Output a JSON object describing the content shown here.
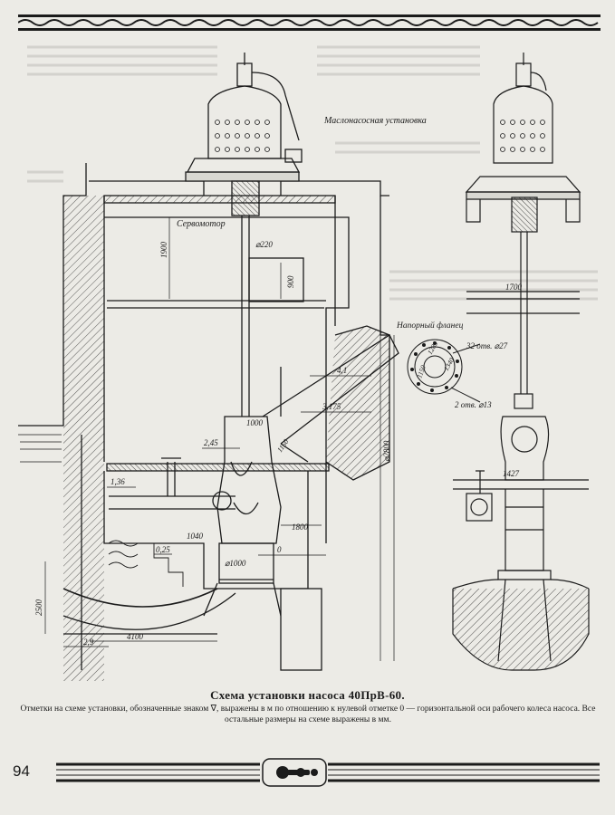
{
  "drawing": {
    "labels": {
      "oil_unit": "Маслонасосная установка",
      "servomotor": "Сервомотор",
      "thrust_flange": "Напорный фланец"
    },
    "dimensions": {
      "d220": "⌀220",
      "h1900": "1900",
      "h900": "900",
      "w1700": "1700",
      "holes32": "32 отв. ⌀27",
      "holes2": "2 отв. ⌀13",
      "d1285": "1285",
      "d1340": "1340",
      "d1150": "1150",
      "m41": "4,1",
      "m3175": "3,175",
      "d2800": "⌀2800",
      "d1000a": "1000",
      "d1150b": "1150",
      "m245": "2,45",
      "m136": "1,36",
      "w1040": "1040",
      "w1800": "1800",
      "m025": "0,25",
      "d1000": "⌀1000",
      "zero": "0",
      "h2500": "2500",
      "m29": "2,9",
      "w4100": "4100",
      "w1427": "1427"
    }
  },
  "caption": {
    "title": "Схема установки насоса 40ПрВ-60.",
    "text": "Отметки на схеме установки, обозначенные знаком ∇, выражены в м по отношению к нулевой отметке 0 — горизонтальной оси рабочего колеса насоса. Все остальные размеры на схеме выражены в мм."
  },
  "page_number": "94"
}
